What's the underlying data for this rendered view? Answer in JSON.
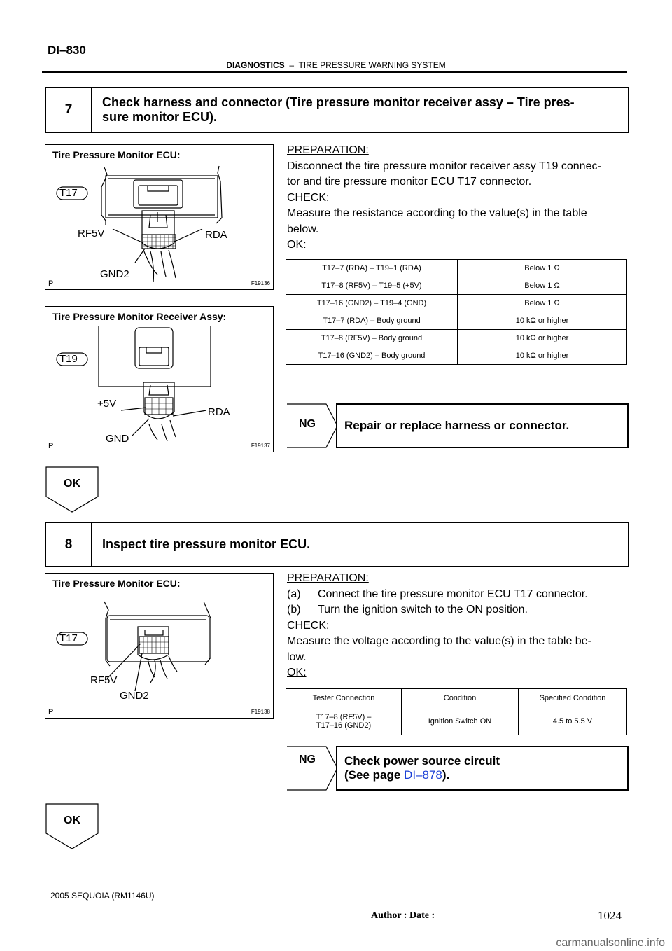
{
  "page": {
    "code": "DI–830",
    "header_section": "DIAGNOSTICS",
    "header_dash": "–",
    "header_topic": "TIRE PRESSURE WARNING SYSTEM"
  },
  "step7": {
    "number": "7",
    "title_line1": "Check harness and connector (Tire pressure monitor receiver assy – Tire pres-",
    "title_line2": "sure monitor ECU).",
    "figure1": {
      "title": "Tire Pressure Monitor ECU:",
      "connector": "T17",
      "pin_a": "RF5V",
      "pin_b": "RDA",
      "pin_c": "GND2",
      "marker": "P",
      "id": "F19136"
    },
    "figure2": {
      "title": "Tire Pressure Monitor Receiver Assy:",
      "connector": "T19",
      "pin_a": "+5V",
      "pin_b": "RDA",
      "pin_c": "GND",
      "marker": "P",
      "id": "F19137"
    },
    "prep_heading": "PREPARATION:",
    "prep_line1": "Disconnect the tire pressure monitor receiver assy T19 connec-",
    "prep_line2": "tor and tire pressure monitor ECU T17 connector.",
    "check_heading": "CHECK:",
    "check_line1": "Measure the resistance according to the value(s) in the table",
    "check_line2": "below.",
    "ok_heading": "OK:",
    "table": [
      [
        "T17–7 (RDA) – T19–1 (RDA)",
        "Below 1 Ω"
      ],
      [
        "T17–8 (RF5V) – T19–5 (+5V)",
        "Below 1 Ω"
      ],
      [
        "T17–16 (GND2) – T19–4 (GND)",
        "Below 1 Ω"
      ],
      [
        "T17–7 (RDA) – Body ground",
        "10 kΩ or higher"
      ],
      [
        "T17–8 (RF5V) – Body ground",
        "10 kΩ or higher"
      ],
      [
        "T17–16 (GND2) – Body ground",
        "10 kΩ or higher"
      ]
    ],
    "ng_label": "NG",
    "ng_action": "Repair or replace harness or connector.",
    "ok_label": "OK"
  },
  "step8": {
    "number": "8",
    "title": "Inspect tire pressure monitor ECU.",
    "figure": {
      "title": "Tire Pressure Monitor ECU:",
      "connector": "T17",
      "pin_a": "RF5V",
      "pin_c": "GND2",
      "marker": "P",
      "id": "F19138"
    },
    "prep_heading": "PREPARATION:",
    "item_a_letter": "(a)",
    "item_a_text": "Connect the tire pressure monitor ECU T17 connector.",
    "item_b_letter": "(b)",
    "item_b_text": "Turn the ignition switch to the ON position.",
    "check_heading": "CHECK:",
    "check_line1": "Measure the voltage according to the value(s) in the table be-",
    "check_line2": "low.",
    "ok_heading": "OK:",
    "table_headers": [
      "Tester Connection",
      "Condition",
      "Specified Condition"
    ],
    "table_row": {
      "conn_line1": "T17–8 (RF5V) –",
      "conn_line2": "T17–16 (GND2)",
      "condition": "Ignition Switch ON",
      "spec": "4.5 to 5.5 V"
    },
    "ng_label": "NG",
    "ng_line1": "Check power source circuit",
    "ng_line2_prefix": "(See page ",
    "ng_link": "DI–878",
    "ng_line2_suffix": ").",
    "ok_label": "OK"
  },
  "footer": {
    "model": "2005 SEQUOIA   (RM1146U)",
    "author_date": "Author :                    Date :",
    "page_number": "1024",
    "watermark": "carmanualsonline.info"
  },
  "colors": {
    "link": "#1a3fd6",
    "watermark": "#666666"
  }
}
